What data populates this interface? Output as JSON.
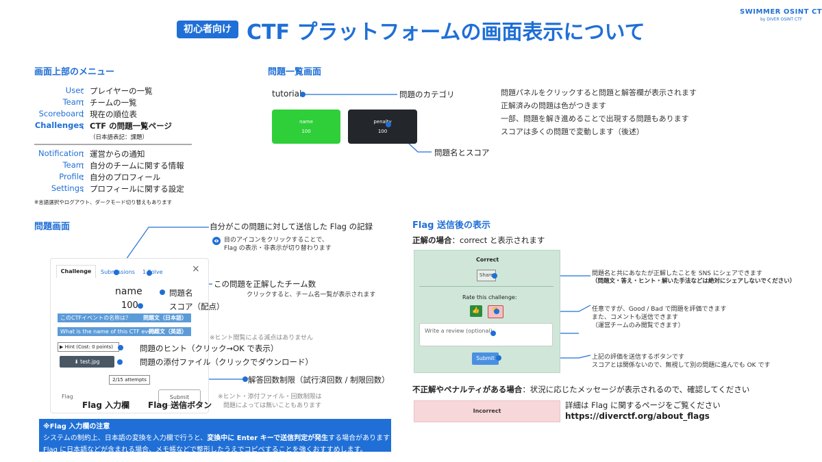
{
  "header": {
    "badge": "初心者向け",
    "title": "CTF プラットフォームの画面表示について",
    "logo_main": "SWIMMER OSINT CTF",
    "logo_sub": "by DIVER OSINT CTF"
  },
  "menu": {
    "title": "画面上部のメニュー",
    "items": [
      {
        "key": "User",
        "value": "プレイヤーの一覧"
      },
      {
        "key": "Team",
        "value": "チームの一覧"
      },
      {
        "key": "Scoreboard",
        "value": "現在の順位表"
      },
      {
        "key": "Challenges",
        "value": "CTF の問題一覧ページ"
      }
    ],
    "challenges_note": "（日本語表記：課題）",
    "items2": [
      {
        "key": "Notification",
        "value": "運営からの通知"
      },
      {
        "key": "Team",
        "value": "自分のチームに関する情報"
      },
      {
        "key": "Profile",
        "value": "自分のプロフィール"
      },
      {
        "key": "Settings",
        "value": "プロフィールに関する設定"
      }
    ],
    "footnote": "※言語選択やログアウト、ダークモード切り替えもあります"
  },
  "list": {
    "title": "問題一覧画面",
    "category": "tutorial",
    "category_label": "問題のカテゴリ",
    "cards": [
      {
        "name": "name",
        "score": "100"
      },
      {
        "name": "penalty",
        "score": "100"
      }
    ],
    "name_score_label": "問題名とスコア",
    "notes": [
      "問題パネルをクリックすると問題と解答欄が表示されます",
      "正解済みの問題は色がつきます",
      "一部、問題を解き進めることで出現する問題もあります",
      "スコアは多くの問題で変動します（後述）"
    ]
  },
  "problem": {
    "title": "問題画面",
    "tabs": [
      "Challenge",
      "Submissions",
      "1 Solve"
    ],
    "close": "×",
    "name": "name",
    "score": "100",
    "desc_ja": "このCTFイベントの名称は？",
    "desc_ja_tag": "問題文（日本語）",
    "desc_en": "What is the name of this CTF event",
    "desc_en_tag": "問題文（英語）",
    "hint_btn": "▶ Hint (Cost: 0 points)",
    "file_btn": "test.jpg",
    "attempts": "2/15 attempts",
    "flag_placeholder": "Flag",
    "submit": "Submit",
    "flag_input_label": "Flag 入力欄",
    "flag_submit_label": "Flag 送信ボタン",
    "ann_submissions": "自分がこの問題に対して送信した Flag の記録",
    "ann_eye_1": "目のアイコンをクリックすることで、",
    "ann_eye_2": "Flag の表示・非表示が切り替わります",
    "ann_solves": "この問題を正解したチーム数",
    "ann_solves_sub": "クリックすると、チーム名一覧が表示されます",
    "ann_name": "問題名",
    "ann_score": "スコア（配点）",
    "ann_hint_note": "※ヒント閲覧による減点はありません",
    "ann_hint": "問題のヒント（クリック→OK で表示）",
    "ann_file": "問題の添付ファイル（クリックでダウンロード）",
    "ann_attempts": "解答回数制限（試行済回数 / 制限回数）",
    "ann_note2_1": "※ヒント・添付ファイル・回数制限は",
    "ann_note2_2": "問題によっては無いこともあります"
  },
  "caution": {
    "title": "※Flag 入力欄の注意",
    "line1_a": "システムの制約上、日本語の変換を入力欄で行うと、",
    "line1_b": "変換中に Enter キーで送信判定が発生",
    "line1_c": "する場合があります",
    "line2": "Flag に日本語などが含まれる場合、メモ帳などで整形したうえでコピペすることを強くおすすめします。"
  },
  "after": {
    "title": "Flag 送信後の表示",
    "correct_head_a": "正解の場合",
    "correct_head_b": "：correct と表示されます",
    "correct": "Correct",
    "share": "Share",
    "rate": "Rate this challenge:",
    "review_placeholder": "Write a review (optional)",
    "submit": "Submit",
    "ann_share_1": "問題名と共にあなたが正解したことを SNS にシェアできます",
    "ann_share_2": "（問題文・答え・ヒント・解いた手法などは絶対にシェアしないでください）",
    "ann_rate_1": "任意ですが、Good / Bad で問題を評価できます",
    "ann_rate_2": "また、コメントも送信できます",
    "ann_rate_3": "（運営チームのみ閲覧できます）",
    "ann_submit_1": "上記の評価を送信するボタンです",
    "ann_submit_2": "スコアとは関係ないので、無視して別の問題に進んでも OK です",
    "wrong_head_a": "不正解やペナルティがある場合",
    "wrong_head_b": "：状況に応じたメッセージが表示されるので、確認してください",
    "incorrect": "Incorrect",
    "detail": "詳細は Flag に関するページをご覧ください",
    "url": "https://diverctf.org/about_flags"
  }
}
